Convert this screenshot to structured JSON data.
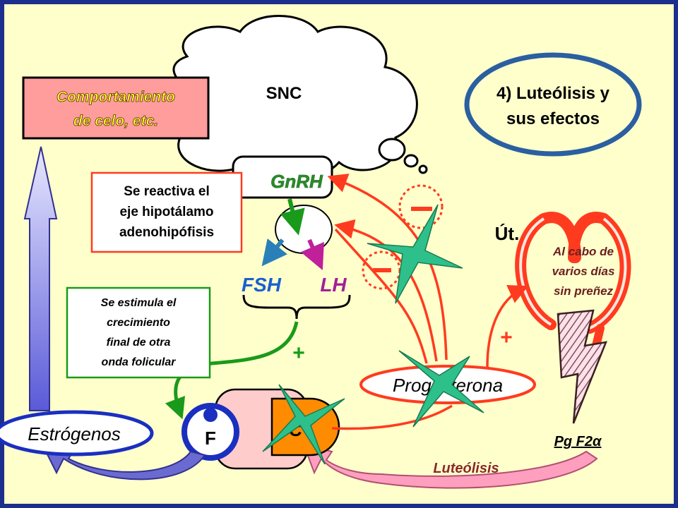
{
  "title": "4) Luteólisis y sus efectos",
  "title_lines": [
    "4) Luteólisis y",
    "sus efectos"
  ],
  "cns": "SNC",
  "gnrh": "GnRH",
  "fsh": "FSH",
  "lh": "LH",
  "behavior_lines": [
    "Comportamiento",
    "de celo, etc."
  ],
  "reactivation_lines": [
    "Se reactiva el",
    "eje hipotálamo",
    "adenohipófisis"
  ],
  "stimulation_lines": [
    "Se estimula el",
    "crecimiento",
    "final de otra",
    "onda folicular"
  ],
  "uterus": "Út.",
  "no_pregnancy_lines": [
    "Al cabo de",
    "varios días",
    "sin preñez"
  ],
  "progesterone": "Progesterona",
  "estrogens": "Estrógenos",
  "follicle": "F",
  "corpus_luteum": "C",
  "pgf2a": "Pg F2α",
  "luteolysis": "Luteólisis",
  "plus": "+",
  "minus": "-",
  "colors": {
    "background": "#ffffcc",
    "frame": "#1c2f8c",
    "red_arrow": "#ff3b1f",
    "green": "#1a9a1a",
    "teal_cross": "#2ec08a",
    "blue_oval": "#2a5fa0",
    "behavior_box": "#ff9c9c",
    "corpus_luteum": "#ff8c00"
  }
}
